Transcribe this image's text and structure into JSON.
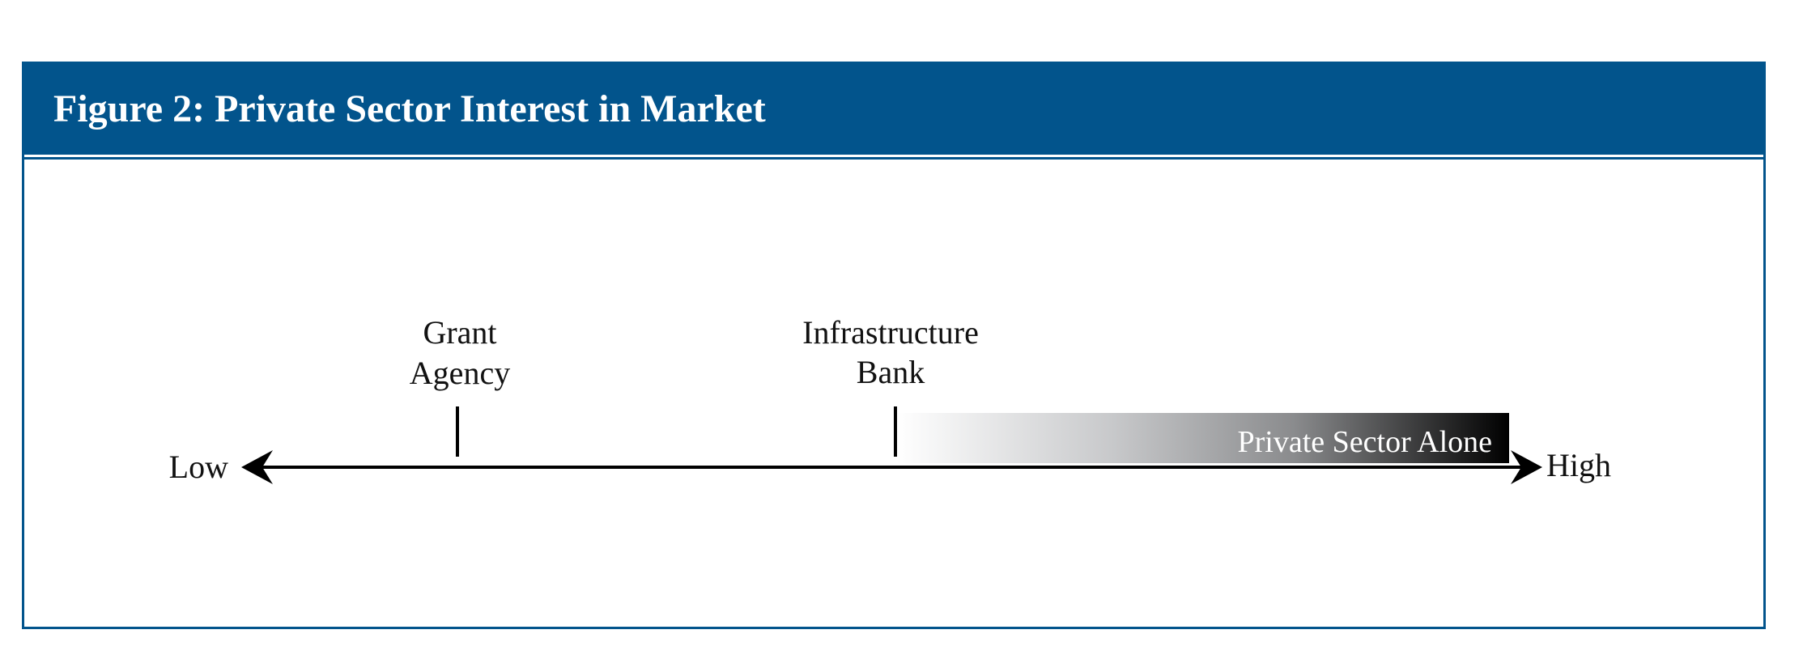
{
  "figure": {
    "title": "Figure 2: Private Sector Interest in Market"
  },
  "scale": {
    "low_label": "Low",
    "high_label": "High",
    "markers": [
      {
        "id": "grant-agency",
        "lines": [
          "Grant",
          "Agency"
        ]
      },
      {
        "id": "infrastructure-bank",
        "lines": [
          "Infrastructure",
          "Bank"
        ]
      }
    ],
    "region": {
      "label": "Private Sector Alone"
    }
  },
  "colors": {
    "frame": "#02548c",
    "header_text": "#ffffff",
    "axis": "#000000",
    "gradient_start": "#ffffff",
    "gradient_end": "#000000"
  }
}
